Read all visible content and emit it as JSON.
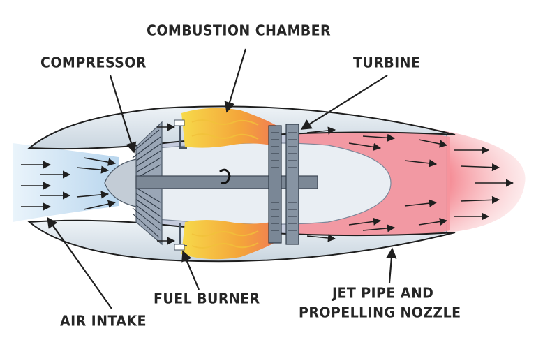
{
  "labels": {
    "combustion_chamber": "COMBUSTION CHAMBER",
    "compressor": "COMPRESSOR",
    "turbine": "TURBINE",
    "fuel_burner": "FUEL BURNER",
    "air_intake": "AIR INTAKE",
    "jet_pipe_line1": "JET PIPE AND",
    "jet_pipe_line2": "PROPELLING NOZZLE"
  },
  "colors": {
    "cowl": "#d3dde6",
    "casing": "#c0c6da",
    "flame_core": "#f6d241",
    "flame_edge": "#f08a3a",
    "exhaust": "#f28591",
    "intake_air": "#c6dff1",
    "metal": "#6e7d8e",
    "arrow": "#1f1f1f"
  }
}
